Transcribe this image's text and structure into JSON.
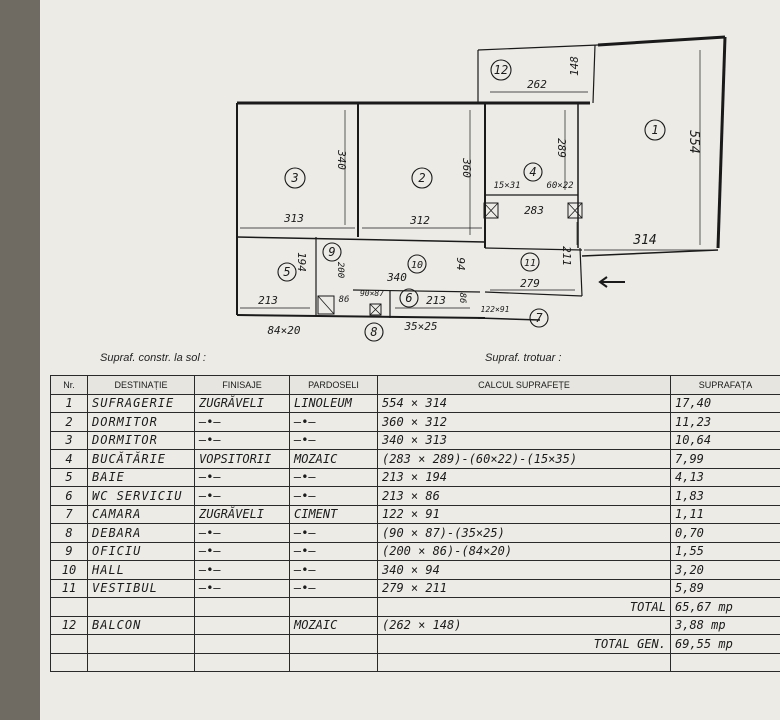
{
  "plan": {
    "rooms": [
      {
        "id": "1",
        "label": "1"
      },
      {
        "id": "2",
        "label": "2"
      },
      {
        "id": "3",
        "label": "3"
      },
      {
        "id": "4",
        "label": "4"
      },
      {
        "id": "5",
        "label": "5"
      },
      {
        "id": "6",
        "label": "6"
      },
      {
        "id": "7",
        "label": "7"
      },
      {
        "id": "8",
        "label": "8"
      },
      {
        "id": "9",
        "label": "9"
      },
      {
        "id": "10",
        "label": "10"
      },
      {
        "id": "11",
        "label": "11"
      },
      {
        "id": "12",
        "label": "12"
      }
    ],
    "dims": {
      "d262": "262",
      "d148": "148",
      "d554": "554",
      "d289": "289",
      "d340a": "340",
      "d360": "360",
      "d313": "313",
      "d312": "312",
      "d314": "314",
      "d15x31": "15×31",
      "d60x22": "60×22",
      "d283": "283",
      "d211": "211",
      "d279": "279",
      "d194": "194",
      "d200": "200",
      "d340b": "340",
      "d94": "94",
      "d213a": "213",
      "d86a": "86",
      "d90x87": "90×87",
      "d213b": "213",
      "d86b": "86",
      "d122x91": "122×91",
      "d84x20": "84×20",
      "d35x25": "35×25"
    }
  },
  "captions": {
    "constr": "Supraf. constr. la sol :",
    "trotuar": "Supraf. trotuar :"
  },
  "table": {
    "headers": [
      "Nr.",
      "DESTINAȚIE",
      "FINISAJE",
      "PARDOSELI",
      "CALCUL SUPRAFEȚE",
      "SUPRAFAȚA"
    ],
    "rows": [
      {
        "nr": "1",
        "dest": "SUFRAGERIE",
        "fin": "ZUGRĂVELI",
        "pard": "LINOLEUM",
        "calc": "554 × 314",
        "area": "17,40"
      },
      {
        "nr": "2",
        "dest": "DORMITOR",
        "fin": "—•—",
        "pard": "—•—",
        "calc": "360 × 312",
        "area": "11,23"
      },
      {
        "nr": "3",
        "dest": "DORMITOR",
        "fin": "—•—",
        "pard": "—•—",
        "calc": "340 × 313",
        "area": "10,64"
      },
      {
        "nr": "4",
        "dest": "BUCĂTĂRIE",
        "fin": "VOPSITORII",
        "pard": "MOZAIC",
        "calc": "(283 × 289)-(60×22)-(15×35)",
        "area": "7,99"
      },
      {
        "nr": "5",
        "dest": "BAIE",
        "fin": "—•—",
        "pard": "—•—",
        "calc": "213 × 194",
        "area": "4,13"
      },
      {
        "nr": "6",
        "dest": "WC SERVICIU",
        "fin": "—•—",
        "pard": "—•—",
        "calc": "213 × 86",
        "area": "1,83"
      },
      {
        "nr": "7",
        "dest": "CAMARA",
        "fin": "ZUGRĂVELI",
        "pard": "CIMENT",
        "calc": "122 × 91",
        "area": "1,11"
      },
      {
        "nr": "8",
        "dest": "DEBARA",
        "fin": "—•—",
        "pard": "—•—",
        "calc": "(90 × 87)-(35×25)",
        "area": "0,70"
      },
      {
        "nr": "9",
        "dest": "OFICIU",
        "fin": "—•—",
        "pard": "—•—",
        "calc": "(200 × 86)-(84×20)",
        "area": "1,55"
      },
      {
        "nr": "10",
        "dest": "HALL",
        "fin": "—•—",
        "pard": "—•—",
        "calc": "340 × 94",
        "area": "3,20"
      },
      {
        "nr": "11",
        "dest": "VESTIBUL",
        "fin": "—•—",
        "pard": "—•—",
        "calc": "279 × 211",
        "area": "5,89"
      }
    ],
    "total_label": "TOTAL",
    "total_value": "65,67 mp",
    "balcon": {
      "nr": "12",
      "dest": "BALCON",
      "fin": "",
      "pard": "MOZAIC",
      "calc": "(262 × 148)",
      "area": "3,88 mp"
    },
    "grand_label": "TOTAL GEN.",
    "grand_value": "69,55 mp"
  }
}
